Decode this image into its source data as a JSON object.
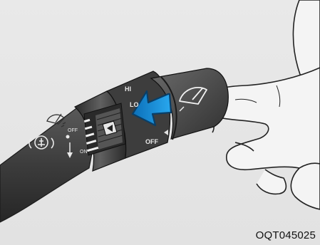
{
  "figure_code": "OQT045025",
  "labels": {
    "hi": "HI",
    "lo": "LO",
    "off_small": "OFF",
    "on_small": "ON",
    "off_large": "OFF"
  },
  "icons": {
    "rear_wiper": "rear-wiper-symbol",
    "front_wiper": "front-wiper-symbol",
    "washer": "washer-spray-symbol",
    "arrow": "push-direction-arrow"
  },
  "colors": {
    "background": "#e6e6e6",
    "stalk": "#3a3a3a",
    "arrow": "#1a8fd6",
    "hand": "#f2f2f2"
  }
}
